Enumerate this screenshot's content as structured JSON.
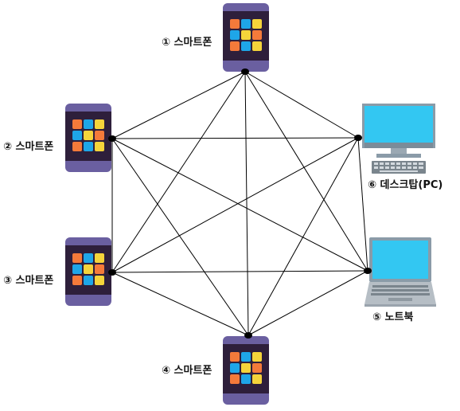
{
  "devices": [
    {
      "id": "phone1",
      "label": "① 스마트폰",
      "icon": "smartphone-icon",
      "kind": "phone"
    },
    {
      "id": "phone2",
      "label": "② 스마트폰",
      "icon": "smartphone-icon",
      "kind": "phone"
    },
    {
      "id": "phone3",
      "label": "③ 스마트폰",
      "icon": "smartphone-icon",
      "kind": "phone"
    },
    {
      "id": "phone4",
      "label": "④ 스마트폰",
      "icon": "smartphone-icon",
      "kind": "phone"
    },
    {
      "id": "laptop",
      "label": "⑤ 노트북",
      "icon": "laptop-icon",
      "kind": "laptop"
    },
    {
      "id": "desktop",
      "label": "⑥ 데스크탑(PC)",
      "icon": "desktop-icon",
      "kind": "desktop"
    }
  ],
  "connections": "full-mesh",
  "colors": {
    "phone_body": "#6a5fa0",
    "phone_screen": "#2e1f3b",
    "tile_orange": "#f47a3a",
    "tile_blue": "#1ea6e8",
    "tile_yellow": "#f5d43a",
    "monitor_screen": "#33c7f2",
    "monitor_frame": "#8a9ba8",
    "laptop_base": "#b6bec5",
    "line": "#000000",
    "node": "#000000"
  }
}
